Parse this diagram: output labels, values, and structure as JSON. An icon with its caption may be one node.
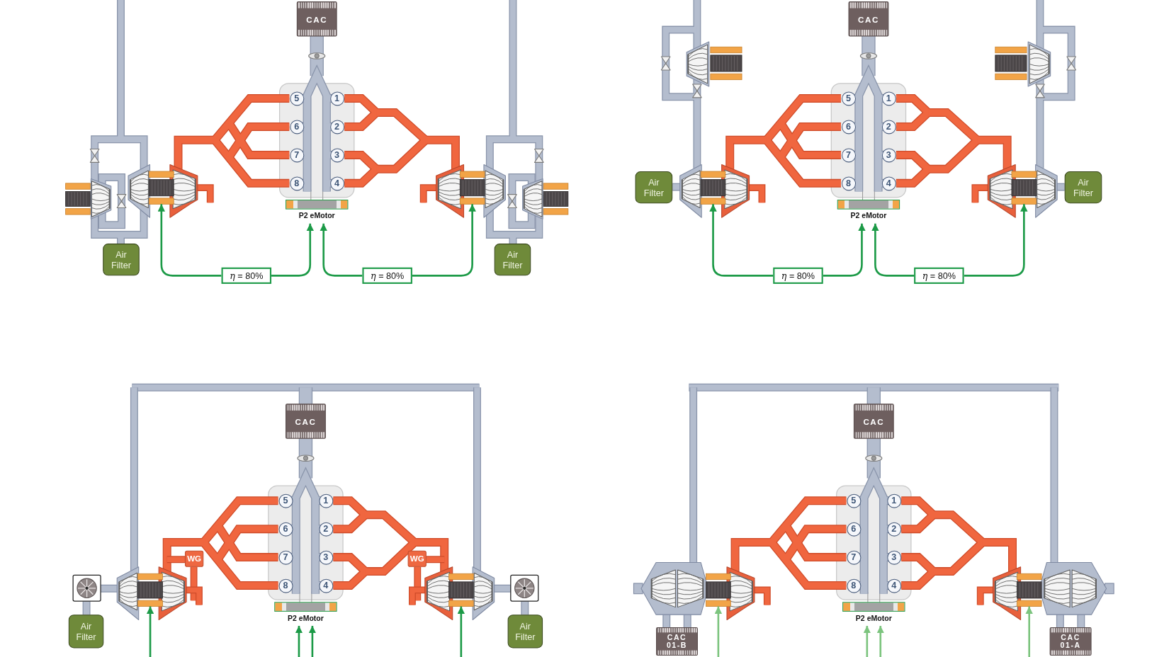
{
  "diagram": {
    "nodes": [
      {
        "text": [
          "CAC"
        ]
      },
      {
        "text": [
          "5"
        ]
      },
      {
        "text": [
          "1"
        ]
      },
      {
        "text": [
          "6"
        ]
      },
      {
        "text": [
          "2"
        ]
      },
      {
        "text": [
          "7"
        ]
      },
      {
        "text": [
          "3"
        ]
      },
      {
        "text": [
          "8"
        ]
      },
      {
        "text": [
          "4"
        ]
      },
      {
        "text": [],
        "shape": "picture"
      },
      {
        "text": [],
        "shape": "picture"
      },
      {
        "text": [],
        "shape": "picture"
      },
      {
        "text": [],
        "shape": "picture"
      },
      {
        "text": [
          "P2 eMotor"
        ]
      },
      {
        "text": [
          "Air Filter"
        ]
      },
      {
        "text": [
          "Air Filter"
        ]
      },
      {
        "text": [
          "η = 80%"
        ]
      },
      {
        "text": [
          "η = 80%"
        ]
      },
      {
        "text": [
          "CAC"
        ]
      },
      {
        "text": [],
        "shape": "picture"
      },
      {
        "text": [],
        "shape": "picture"
      },
      {
        "text": [
          "5"
        ]
      },
      {
        "text": [
          "1"
        ]
      },
      {
        "text": [
          "6"
        ]
      },
      {
        "text": [
          "2"
        ]
      },
      {
        "text": [
          "7"
        ]
      },
      {
        "text": [
          "3"
        ]
      },
      {
        "text": [
          "8"
        ]
      },
      {
        "text": [
          "4"
        ]
      },
      {
        "text": [],
        "shape": "picture"
      },
      {
        "text": [],
        "shape": "picture"
      },
      {
        "text": [
          "P2 eMotor"
        ]
      },
      {
        "text": [
          "Air Filter"
        ]
      },
      {
        "text": [
          "Air Filter"
        ]
      },
      {
        "text": [
          "η = 80%"
        ]
      },
      {
        "text": [
          "η = 80%"
        ]
      },
      {
        "text": [
          "CAC"
        ]
      },
      {
        "text": [
          "5"
        ]
      },
      {
        "text": [
          "1"
        ]
      },
      {
        "text": [
          "6"
        ]
      },
      {
        "text": [
          "2"
        ]
      },
      {
        "text": [
          "7"
        ]
      },
      {
        "text": [
          "3"
        ]
      },
      {
        "text": [
          "8"
        ]
      },
      {
        "text": [
          "4"
        ]
      },
      {
        "text": [
          "WG"
        ]
      },
      {
        "text": [
          "WG"
        ]
      },
      {
        "text": [],
        "shape": "picture"
      },
      {
        "text": [],
        "shape": "picture"
      },
      {
        "text": [
          "P2 eMotor"
        ]
      },
      {
        "text": [
          "Air Filter"
        ]
      },
      {
        "text": [
          "Air Filter"
        ]
      },
      {
        "text": [
          "CAC"
        ]
      },
      {
        "text": [
          "5"
        ]
      },
      {
        "text": [
          "1"
        ]
      },
      {
        "text": [
          "6"
        ]
      },
      {
        "text": [
          "2"
        ]
      },
      {
        "text": [
          "7"
        ]
      },
      {
        "text": [
          "3"
        ]
      },
      {
        "text": [
          "8"
        ]
      },
      {
        "text": [
          "4"
        ]
      },
      {
        "text": [],
        "shape": "picture"
      },
      {
        "text": [],
        "shape": "picture"
      },
      {
        "text": [
          "P2 eMotor"
        ]
      },
      {
        "text": [
          "CAC 01-B"
        ]
      },
      {
        "text": [
          "CAC 01-A"
        ]
      }
    ],
    "edges": [
      {
        "from": 16,
        "to": 10,
        "arrow": "to"
      },
      {
        "from": 16,
        "to": 13,
        "arrow": "to"
      },
      {
        "from": 17,
        "to": 13,
        "arrow": "to"
      },
      {
        "from": 17,
        "to": 11,
        "arrow": "to"
      },
      {
        "from": 34,
        "to": 29,
        "arrow": "to"
      },
      {
        "from": 34,
        "to": 31,
        "arrow": "to"
      },
      {
        "from": 35,
        "to": 31,
        "arrow": "to"
      },
      {
        "from": 35,
        "to": 30,
        "arrow": "to"
      },
      {
        "from": null,
        "to": 47,
        "arrow": "to"
      },
      {
        "from": null,
        "to": 49,
        "arrow": "to"
      },
      {
        "from": null,
        "to": 49,
        "arrow": "to"
      },
      {
        "from": null,
        "to": 48,
        "arrow": "to"
      },
      {
        "from": null,
        "to": 61,
        "arrow": "to",
        "color": "#7cc47e"
      },
      {
        "from": null,
        "to": 63,
        "arrow": "to",
        "color": "#7cc47e"
      },
      {
        "from": null,
        "to": 63,
        "arrow": "to",
        "color": "#7cc47e"
      },
      {
        "from": null,
        "to": 62,
        "arrow": "to",
        "color": "#7cc47e"
      }
    ]
  }
}
